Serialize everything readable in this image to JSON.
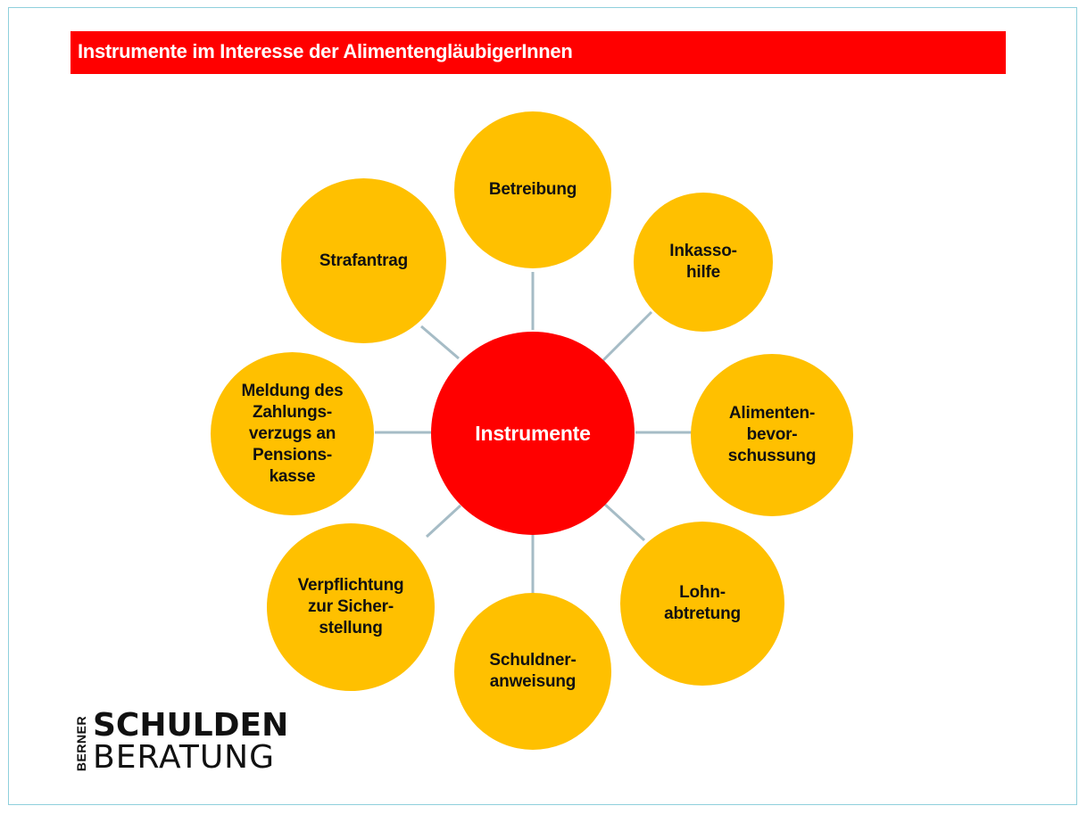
{
  "header": {
    "title": "Instrumente im Interesse der AlimentengläubigerInnen"
  },
  "diagram": {
    "center": {
      "label": "Instrumente"
    },
    "nodes": [
      {
        "id": "betreibung",
        "label": "Betreibung"
      },
      {
        "id": "inkassohilfe",
        "label": "Inkasso-\nhilfe"
      },
      {
        "id": "alimentenbevorschussung",
        "label": "Alimenten-\nbevor-\nschussung"
      },
      {
        "id": "lohnabtretung",
        "label": "Lohn-\nabtretung"
      },
      {
        "id": "schuldneranweisung",
        "label": "Schuldner-\nanweisung"
      },
      {
        "id": "verpflichtung",
        "label": "Verpflichtung\nzur Sicher-\nstellung"
      },
      {
        "id": "meldung",
        "label": "Meldung des\nZahlungs-\nverzugs an\nPensions-\nkasse"
      },
      {
        "id": "strafantrag",
        "label": "Strafantrag"
      }
    ],
    "colors": {
      "center": "#ff0000",
      "node": "#ffc000",
      "connector": "#a6bcc6"
    }
  },
  "logo": {
    "vertical": "BERNER",
    "line1": "SCHULDEN",
    "line2": "BERATUNG"
  },
  "colors": {
    "title_bar": "#ff0000",
    "frame_border": "#8fd0dc"
  }
}
